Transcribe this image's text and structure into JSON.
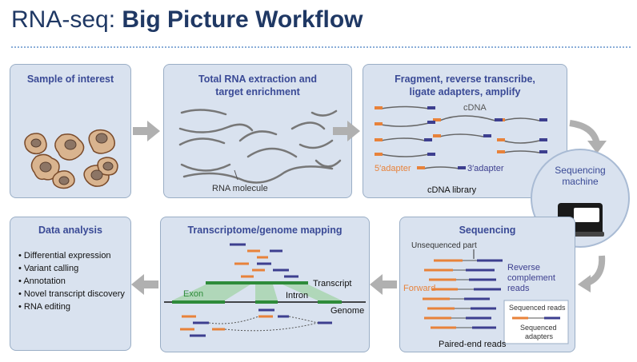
{
  "title": {
    "normal": "RNA-seq: ",
    "bold": "Big Picture Workflow"
  },
  "panels": {
    "sample": {
      "title": "Sample of interest"
    },
    "extraction": {
      "title_l1": "Total RNA extraction and",
      "title_l2": "target enrichment",
      "rna_label": "RNA molecule"
    },
    "library": {
      "title_l1": "Fragment, reverse transcribe,",
      "title_l2": "ligate adapters, amplify",
      "cdna_label": "cDNA",
      "adapter5": "5′adapter",
      "adapter3": "3′adapter",
      "footer": "cDNA library"
    },
    "machine": {
      "label_l1": "Sequencing",
      "label_l2": "machine"
    },
    "sequencing": {
      "title": "Sequencing",
      "unsequenced": "Unsequenced part",
      "reverse_l1": "Reverse",
      "reverse_l2": "complement",
      "reverse_l3": "reads",
      "forward": "Forward",
      "seq_reads": "Sequenced reads",
      "seq_adapters_l1": "Sequenced",
      "seq_adapters_l2": "adapters",
      "footer": "Paired-end reads"
    },
    "mapping": {
      "title": "Transcriptome/genome mapping",
      "transcript": "Transcript",
      "exon": "Exon",
      "intron": "Intron",
      "genome": "Genome"
    },
    "analysis": {
      "title": "Data analysis",
      "items": [
        "Differential expression",
        "Variant calling",
        "Annotation",
        "Novel transcript discovery",
        "RNA editing"
      ]
    }
  },
  "colors": {
    "panel_bg": "#d9e2ef",
    "title": "#3a4a96",
    "orange": "#e8823a",
    "purple": "#3d3f8f",
    "green": "#2e8b3a",
    "arrow": "#b0b0b0"
  }
}
